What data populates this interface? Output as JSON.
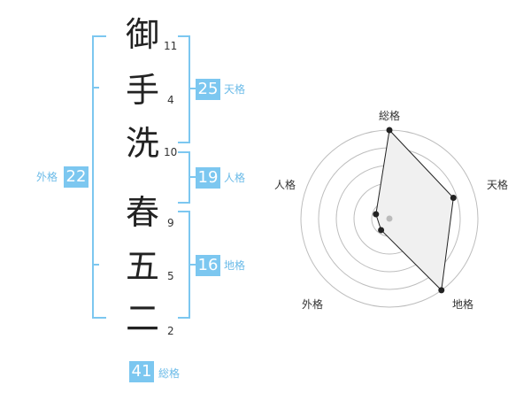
{
  "name": {
    "characters": [
      {
        "char": "御",
        "strokes": "11"
      },
      {
        "char": "手",
        "strokes": "4"
      },
      {
        "char": "洗",
        "strokes": "10"
      },
      {
        "char": "春",
        "strokes": "9"
      },
      {
        "char": "五",
        "strokes": "5"
      },
      {
        "char": "二",
        "strokes": "2"
      }
    ]
  },
  "kaku": {
    "tenkaku": {
      "label": "天格",
      "value": "25"
    },
    "jinkaku": {
      "label": "人格",
      "value": "19"
    },
    "chikaku": {
      "label": "地格",
      "value": "16"
    },
    "gaikaku": {
      "label": "外格",
      "value": "22"
    },
    "soukaku": {
      "label": "総格",
      "value": "41"
    }
  },
  "colors": {
    "accent": "#7cc7f0",
    "radar_fill": "#f0f0f0",
    "grid": "#bdbdbd"
  },
  "chart_data": {
    "type": "radar",
    "axes": [
      "総格",
      "天格",
      "地格",
      "外格",
      "人格"
    ],
    "values": [
      5,
      4,
      5,
      1,
      1
    ],
    "max": 5,
    "rings": 5
  }
}
